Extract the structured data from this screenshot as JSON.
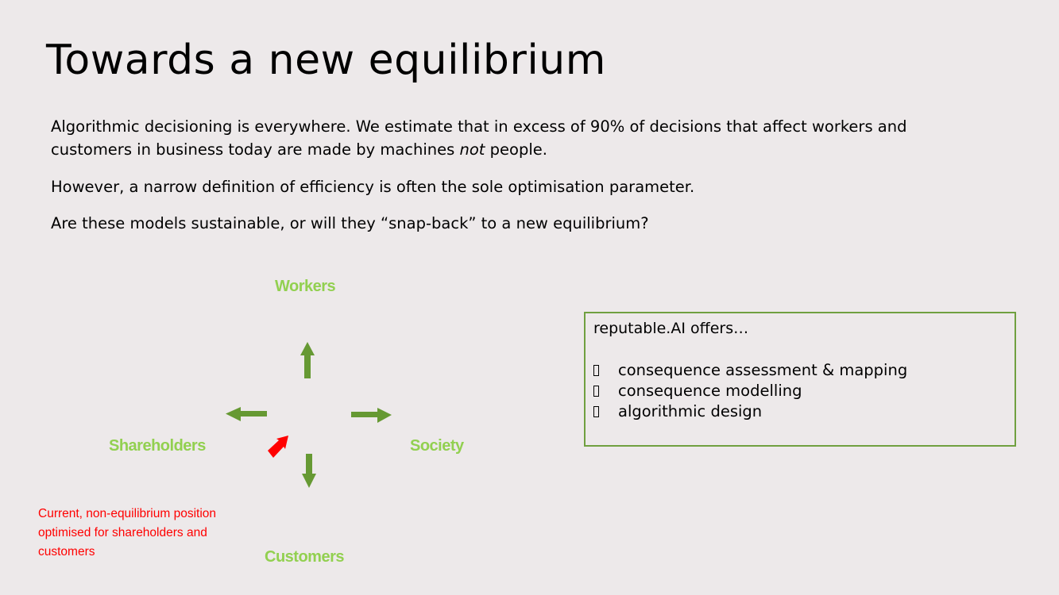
{
  "slide": {
    "title": "Towards a new equilibrium",
    "paragraphs": {
      "p1_line1": "Algorithmic decisioning is everywhere.  We estimate that in excess of 90% of decisions that affect workers and",
      "p1_line2_pre": "customers in business today are made by machines ",
      "p1_line2_em": "not",
      "p1_line2_post": " people.",
      "p2": "However, a narrow definition of efficiency is often the sole optimisation parameter.",
      "p3": "Are these models sustainable, or will they “snap-back” to a new equilibrium?"
    },
    "diagram": {
      "workers": "Workers",
      "shareholders": "Shareholders",
      "society": "Society",
      "customers": "Customers",
      "note_line1": "Current, non-equilibrium position",
      "note_line2": "optimised for shareholders and",
      "note_line3": "customers",
      "arrow_color": "#669933",
      "label_color": "#92d050",
      "current_arrow_color": "#ff0000"
    },
    "offers": {
      "title": "reputable.AI offers…",
      "bullet_icon": "missing-glyph-box",
      "items": [
        "consequence assessment & mapping",
        "consequence modelling",
        "algorithmic design"
      ]
    }
  }
}
